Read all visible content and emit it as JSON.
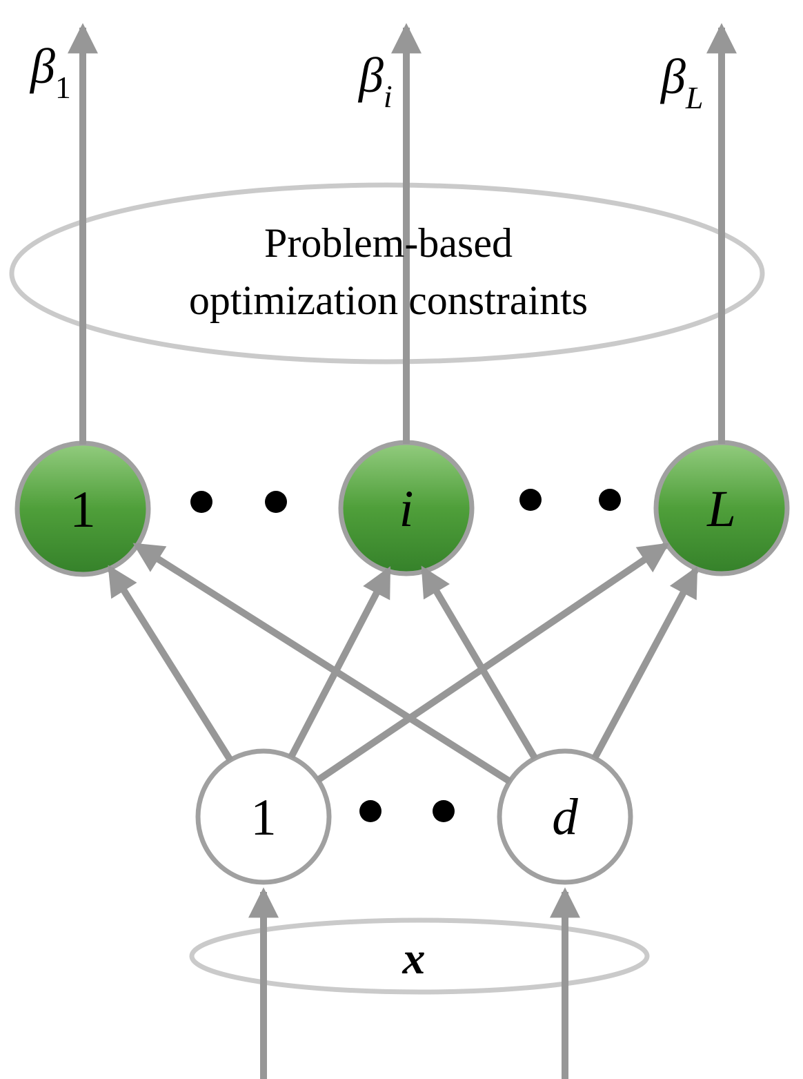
{
  "figure": {
    "output_weights": [
      {
        "symbol": "β",
        "subscript": "1"
      },
      {
        "symbol": "β",
        "subscript": "i"
      },
      {
        "symbol": "β",
        "subscript": "L"
      }
    ],
    "constraints": {
      "line1": "Problem-based",
      "line2": "optimization constraints"
    },
    "hidden_layer": {
      "nodes": [
        "1",
        "i",
        "L"
      ]
    },
    "input_layer": {
      "nodes": [
        "1",
        "d"
      ]
    },
    "input_vector": {
      "label": "x"
    }
  },
  "colors": {
    "arrow_gray": "#979797",
    "node_border_gray": "#a0a0a0",
    "ellipse_stroke_gray": "#cacaca",
    "hidden_node_gradient_top": "#93cc7f",
    "hidden_node_gradient_mid": "#4f9f3a",
    "hidden_node_gradient_bottom": "#35812a",
    "dot_black": "#000000",
    "text_black": "#000000",
    "background": "#ffffff"
  }
}
